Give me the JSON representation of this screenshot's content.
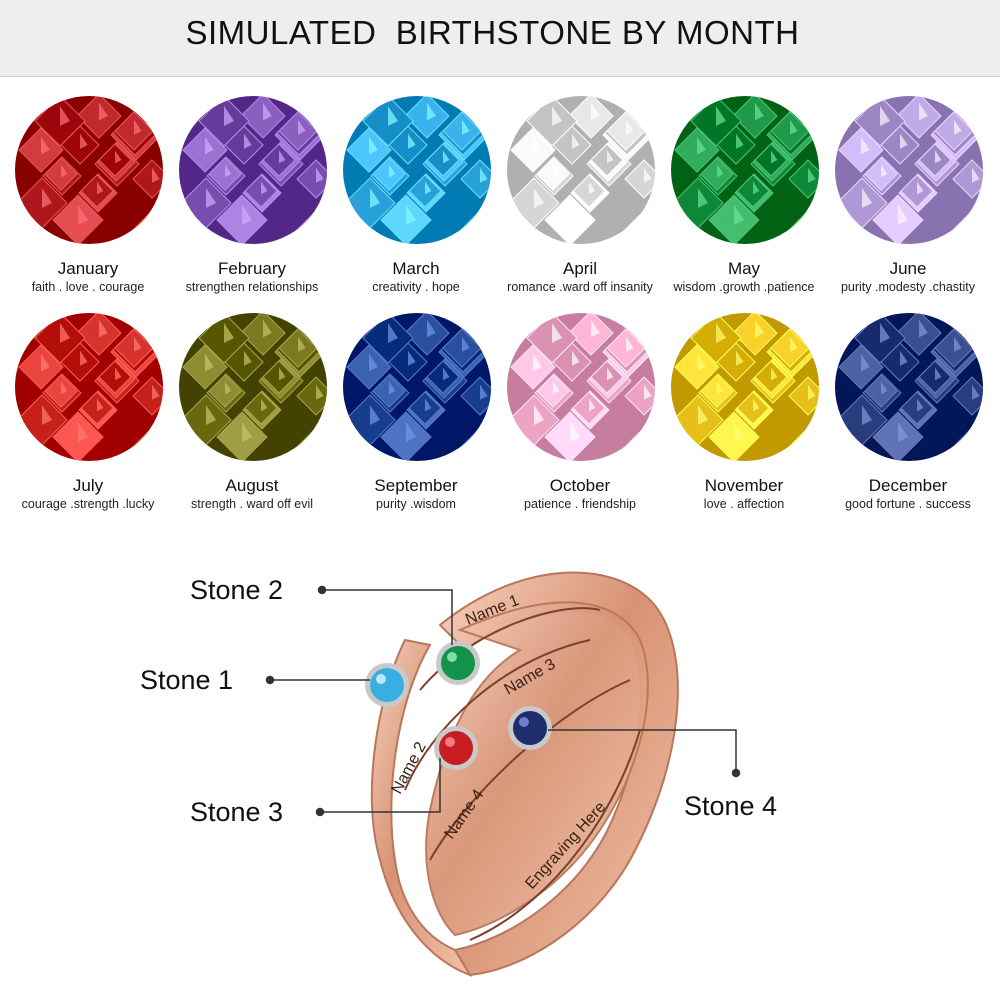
{
  "title": "SIMULATED  BIRTHSTONE BY MONTH",
  "months": [
    {
      "name": "January",
      "meaning": "faith . love . courage",
      "color": "#b01a1e"
    },
    {
      "name": "February",
      "meaning": "strengthen relationships",
      "color": "#7b4fb0"
    },
    {
      "name": "March",
      "meaning": "creativity  .  hope",
      "color": "#2aa3dc"
    },
    {
      "name": "April",
      "meaning": "romance  .ward off insanity",
      "color": "#d8d8d8"
    },
    {
      "name": "May",
      "meaning": "wisdom .growth .patience",
      "color": "#0f8a3a"
    },
    {
      "name": "June",
      "meaning": "purity .modesty .chastity",
      "color": "#b09ad8"
    },
    {
      "name": "July",
      "meaning": "courage .strength .lucky",
      "color": "#c8221c"
    },
    {
      "name": "August",
      "meaning": "strength  . ward off evil",
      "color": "#6b6a10"
    },
    {
      "name": "September",
      "meaning": "purity .wisdom",
      "color": "#1b3f8f"
    },
    {
      "name": "October",
      "meaning": "patience . friendship",
      "color": "#efa6c6"
    },
    {
      "name": "November",
      "meaning": "love . affection",
      "color": "#e8c21a"
    },
    {
      "name": "December",
      "meaning": "good fortune . success",
      "color": "#2a3e80"
    }
  ],
  "ring": {
    "stone_labels": [
      "Stone 1",
      "Stone 2",
      "Stone 3",
      "Stone 4"
    ],
    "engravings": [
      "Name 1",
      "Name 2",
      "Name 3",
      "Name 4",
      "Engraving Here"
    ],
    "metal_color": "#e3a88a"
  }
}
